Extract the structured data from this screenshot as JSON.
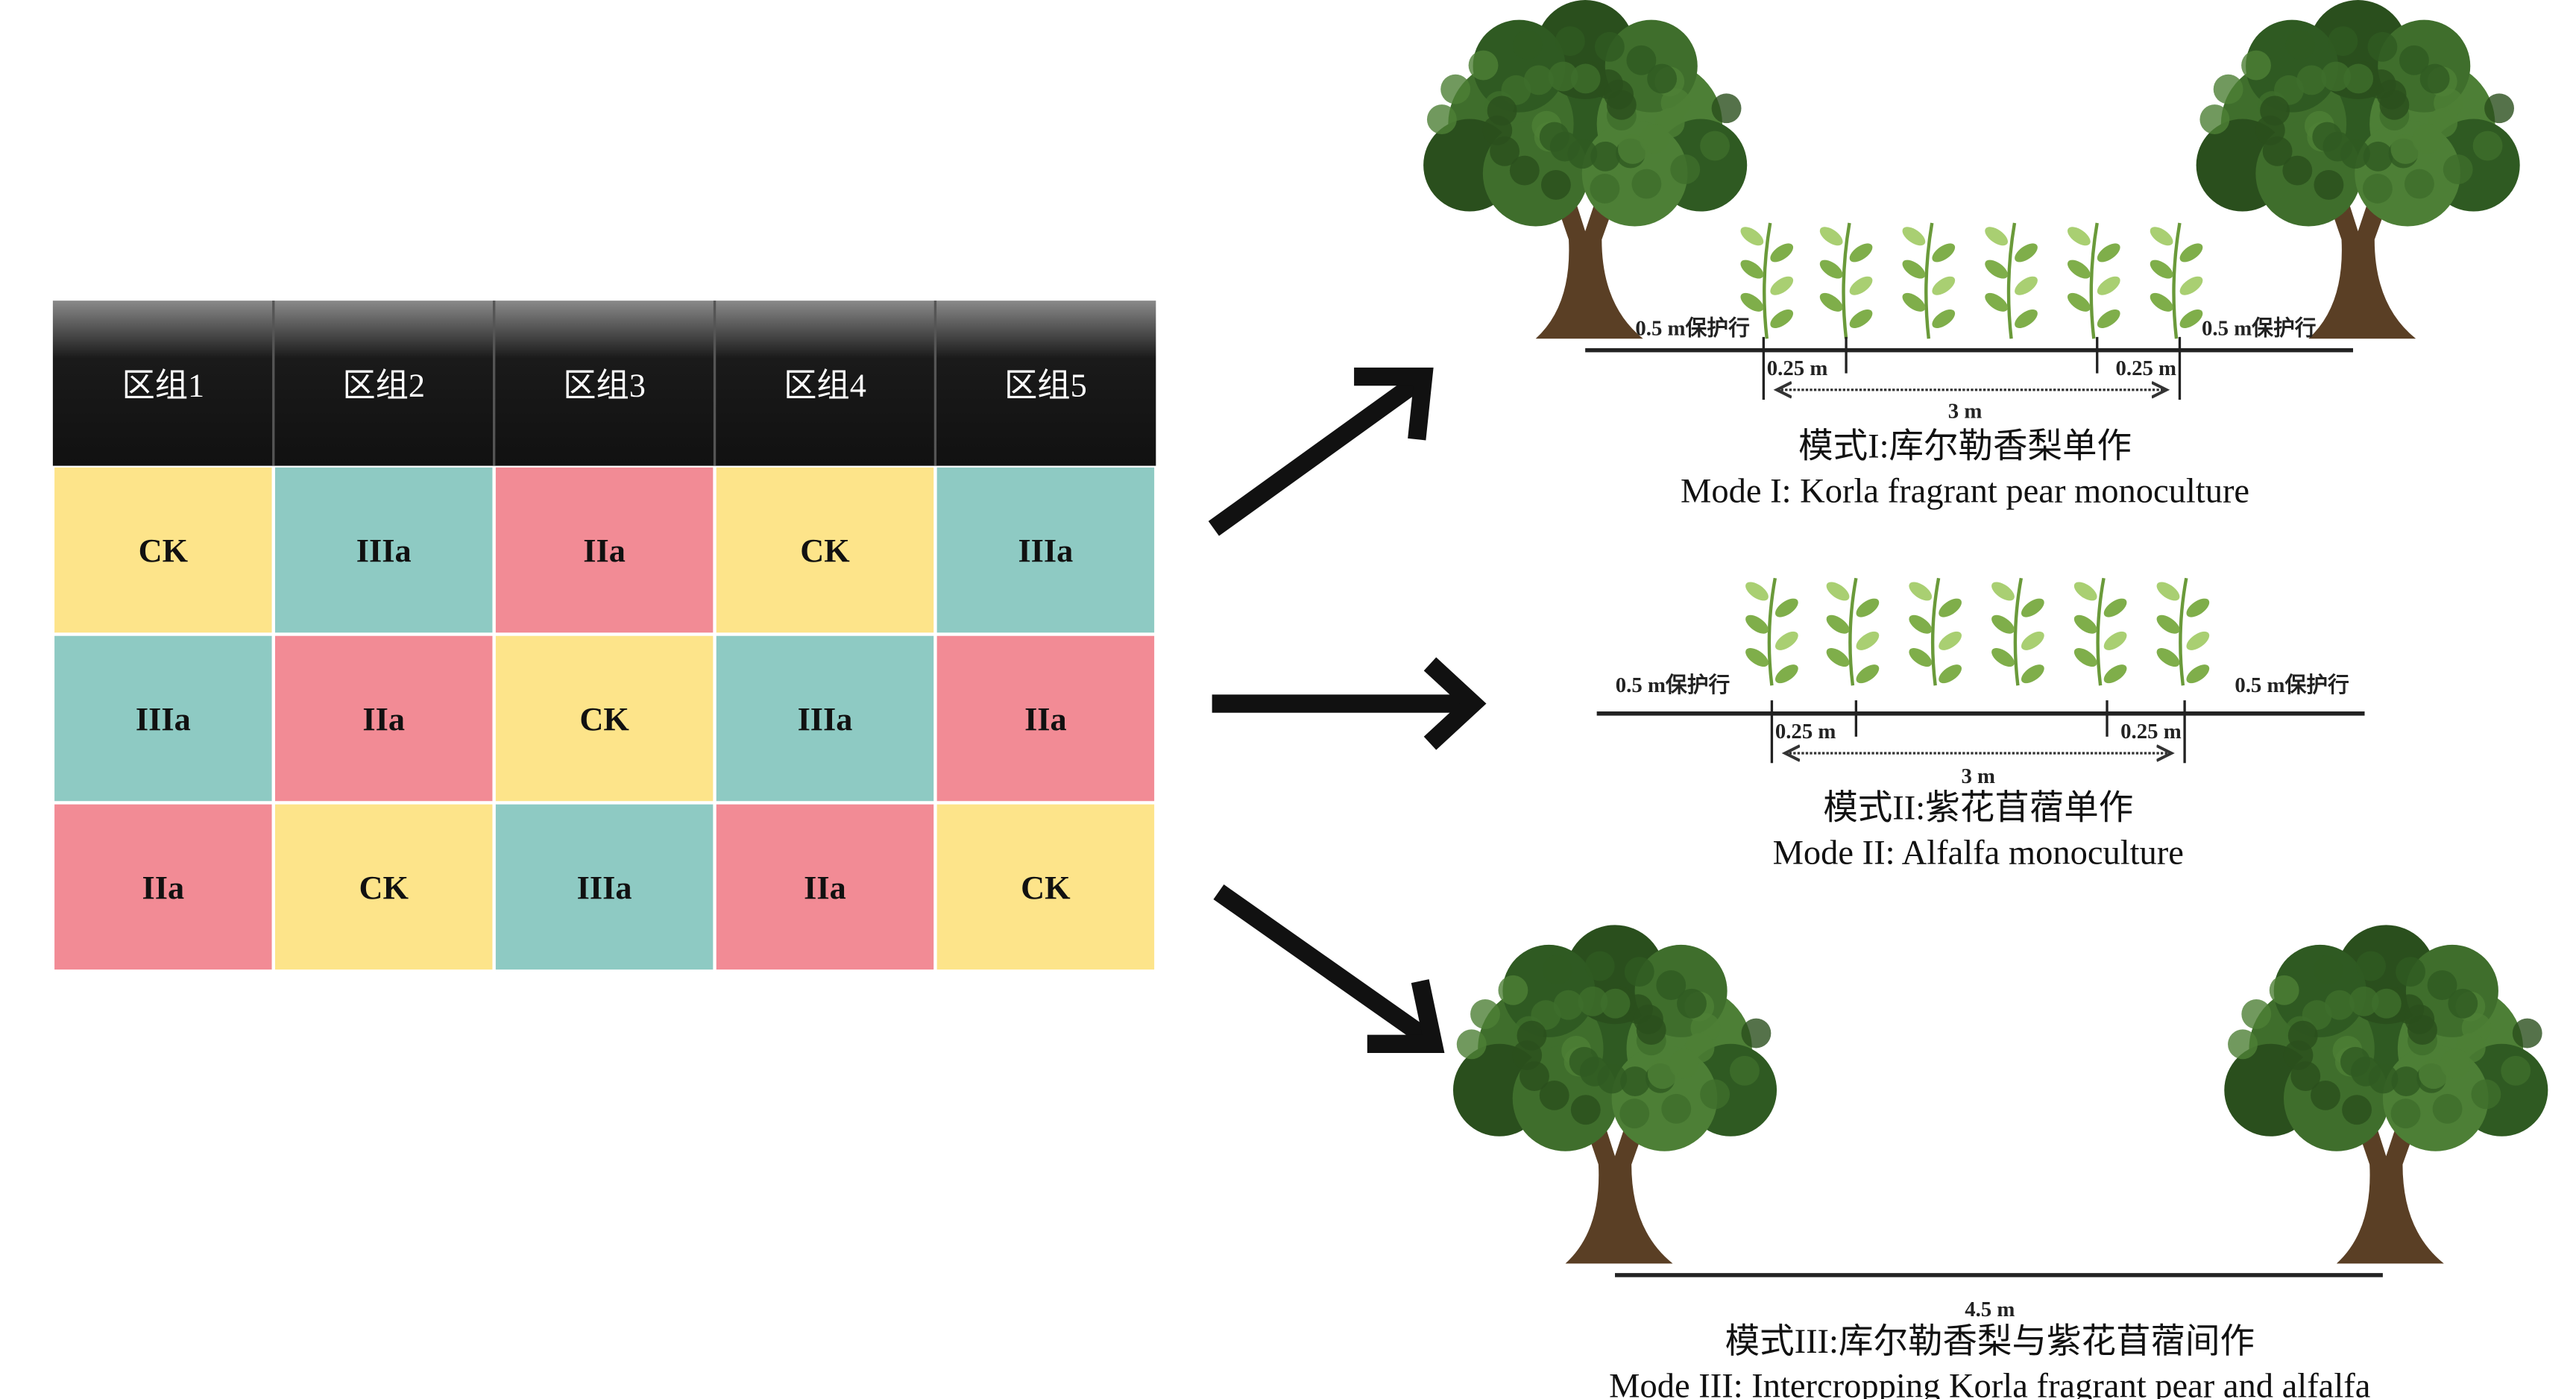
{
  "table": {
    "headers": [
      "区组1",
      "区组2",
      "区组3",
      "区组4",
      "区组5"
    ],
    "rows": [
      [
        "CK",
        "IIIa",
        "IIa",
        "CK",
        "IIIa"
      ],
      [
        "IIIa",
        "IIa",
        "CK",
        "IIIa",
        "IIa"
      ],
      [
        "IIa",
        "CK",
        "IIIa",
        "IIa",
        "CK"
      ]
    ],
    "colors": {
      "CK": "#fde48a",
      "IIIa": "#8ecac3",
      "IIa": "#f28b95",
      "header": "#111111"
    }
  },
  "modes": [
    {
      "guard_left": "0.5 m保护行",
      "guard_right": "0.5 m保护行",
      "spacing_left": "0.25 m",
      "spacing_right": "0.25 m",
      "width": "3 m",
      "title_cn": "模式I:库尔勒香梨单作",
      "title_en": "Mode I: Korla fragrant pear monoculture"
    },
    {
      "guard_left": "0.5 m保护行",
      "guard_right": "0.5 m保护行",
      "spacing_left": "0.25 m",
      "spacing_right": "0.25 m",
      "width": "3 m",
      "title_cn": "模式II:紫花苜蓿单作",
      "title_en": "Mode II: Alfalfa monoculture"
    },
    {
      "width": "4.5 m",
      "title_cn": "模式III:库尔勒香梨与紫花苜蓿间作",
      "title_en": "Mode III: Intercropping Korla fragrant pear and alfalfa"
    }
  ]
}
